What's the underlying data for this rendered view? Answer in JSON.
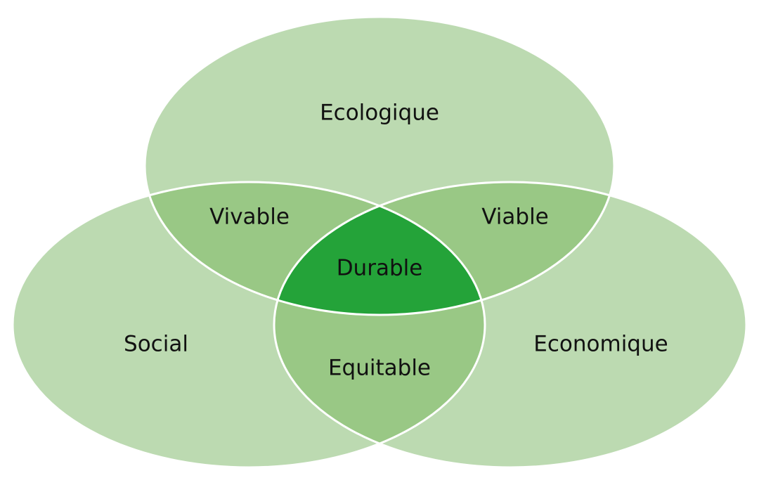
{
  "diagram": {
    "sets": [
      {
        "id": "ecologique",
        "label": "Ecologique"
      },
      {
        "id": "social",
        "label": "Social"
      },
      {
        "id": "economique",
        "label": "Economique"
      }
    ],
    "intersections": {
      "vivable": {
        "sets": [
          "ecologique",
          "social"
        ],
        "label": "Vivable"
      },
      "viable": {
        "sets": [
          "ecologique",
          "economique"
        ],
        "label": "Viable"
      },
      "equitable": {
        "sets": [
          "social",
          "economique"
        ],
        "label": "Equitable"
      },
      "durable": {
        "sets": [
          "ecologique",
          "social",
          "economique"
        ],
        "label": "Durable"
      }
    },
    "colors": {
      "single": "#bcdab1",
      "pair": "#99c885",
      "center": "#24a339",
      "outline": "#ffffff",
      "text": "#111111"
    }
  }
}
